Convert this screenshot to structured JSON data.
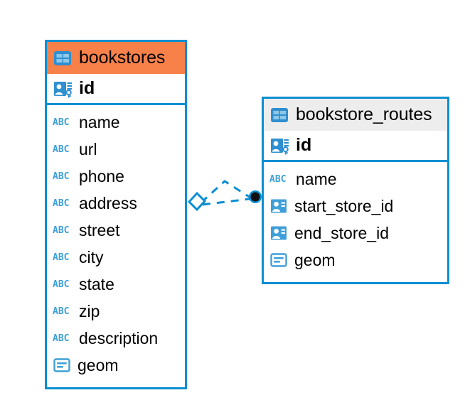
{
  "diagram": {
    "title": "entity-relationship-diagram",
    "background_color": "#ffffff",
    "accent_blue": "#0b8ed1",
    "accent_orange": "#f8814a",
    "accent_grey": "#ededed",
    "icon_blue": "#3f9fd8"
  },
  "tables": [
    {
      "name": "bookstores",
      "header_style": "accent-orange",
      "table_icon": "table-icon",
      "primary_key": {
        "label": "id",
        "icon": "primary-key-icon"
      },
      "fields": [
        {
          "label": "name",
          "icon": "abc-text-icon"
        },
        {
          "label": "url",
          "icon": "abc-text-icon"
        },
        {
          "label": "phone",
          "icon": "abc-text-icon"
        },
        {
          "label": "address",
          "icon": "abc-text-icon"
        },
        {
          "label": "street",
          "icon": "abc-text-icon"
        },
        {
          "label": "city",
          "icon": "abc-text-icon"
        },
        {
          "label": "state",
          "icon": "abc-text-icon"
        },
        {
          "label": "zip",
          "icon": "abc-text-icon"
        },
        {
          "label": "description",
          "icon": "abc-text-icon"
        },
        {
          "label": "geom",
          "icon": "geometry-icon"
        }
      ]
    },
    {
      "name": "bookstore_routes",
      "header_style": "accent-grey",
      "table_icon": "table-icon",
      "primary_key": {
        "label": "id",
        "icon": "primary-key-icon"
      },
      "fields": [
        {
          "label": "name",
          "icon": "abc-text-icon"
        },
        {
          "label": "start_store_id",
          "icon": "foreign-key-icon"
        },
        {
          "label": "end_store_id",
          "icon": "foreign-key-icon"
        },
        {
          "label": "geom",
          "icon": "geometry-icon"
        }
      ]
    }
  ],
  "relationship": {
    "source_table": "bookstores",
    "target_table": "bookstore_routes",
    "line_style": "dashed",
    "line_color": "#0b8ed1",
    "source_marker": "open-diamond-marker",
    "target_marker": "filled-circle-marker",
    "abc_icon_text": "ABC"
  }
}
